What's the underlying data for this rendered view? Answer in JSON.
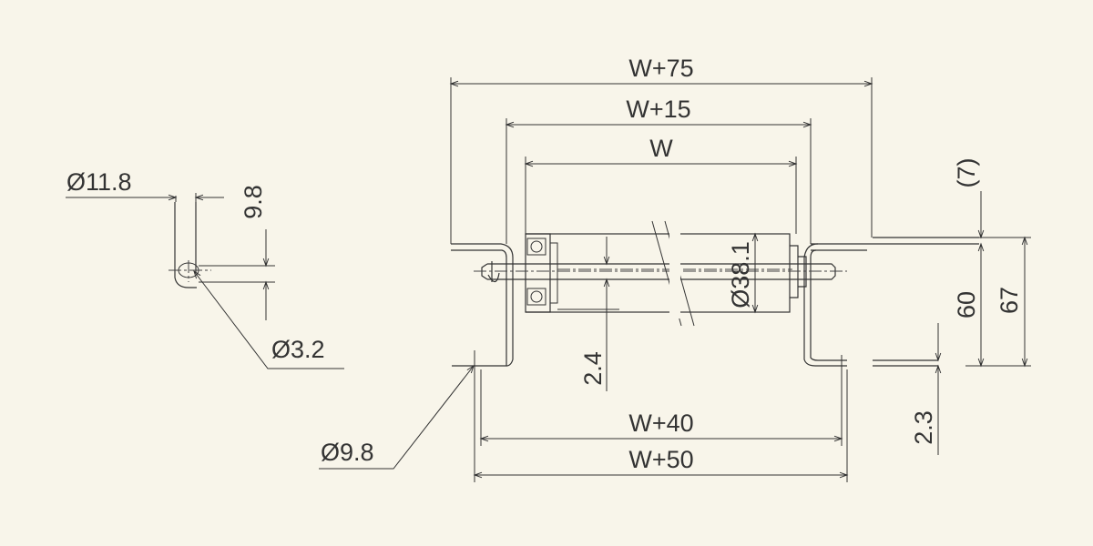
{
  "colors": {
    "background": "#f8f5ea",
    "line": "#333333"
  },
  "labels": {
    "w75": "W+75",
    "w15": "W+15",
    "w": "W",
    "w40": "W+40",
    "w50": "W+50",
    "d38": "Ø38.1",
    "d9_8": "Ø9.8",
    "d11_8": "Ø11.8",
    "d3_2": "Ø3.2",
    "h9_8": "9.8",
    "h2_4": "2.4",
    "h60": "60",
    "h67": "67",
    "h2_3": "2.3",
    "p7": "(7)"
  }
}
